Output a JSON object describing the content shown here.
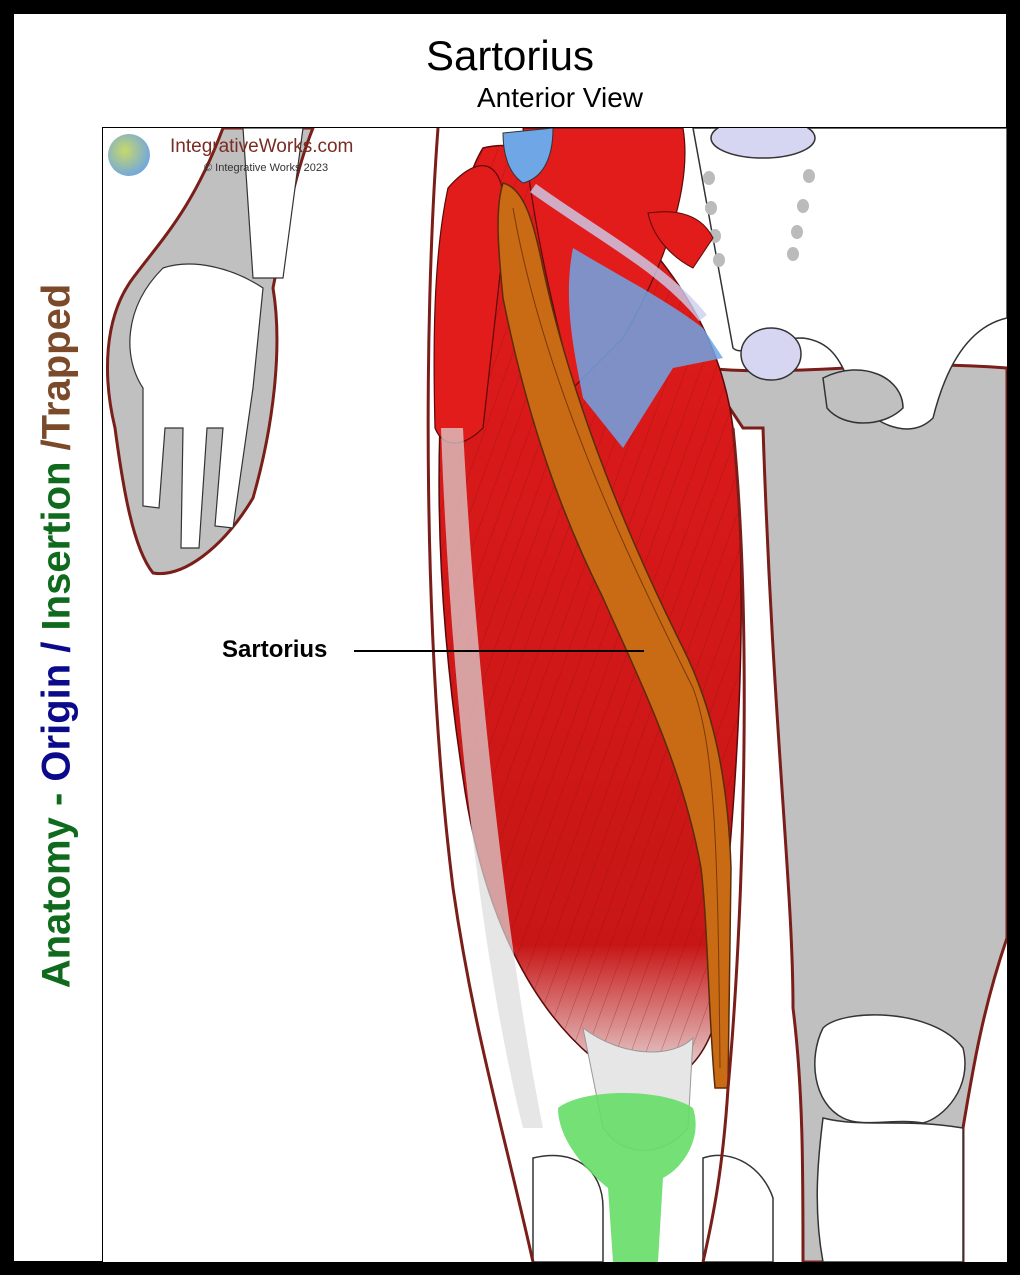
{
  "title": "Sartorius",
  "subtitle": "Anterior View",
  "side_title": {
    "part1": "Anatomy - ",
    "part2": "Origin",
    "part3": " / ",
    "part4": "Insertion",
    "part5": " /",
    "part6": "Trapped"
  },
  "side_title_colors": {
    "anatomy": "#0f6a1e",
    "origin": "#0a0a8a",
    "insertion": "#0f6a1e",
    "trapped": "#7b4a2a"
  },
  "brand": "IntegrativeWorks.com",
  "copyright": "© Integrative Works 2023",
  "label": "Sartorius",
  "colors": {
    "muscle": "#e21b1b",
    "sartorius": "#c96a14",
    "origin": "#6ea6e6",
    "insertion": "#66dd66",
    "bone": "#ffffff",
    "body": "#c0c0c0",
    "outline": "#7a1e1a"
  }
}
